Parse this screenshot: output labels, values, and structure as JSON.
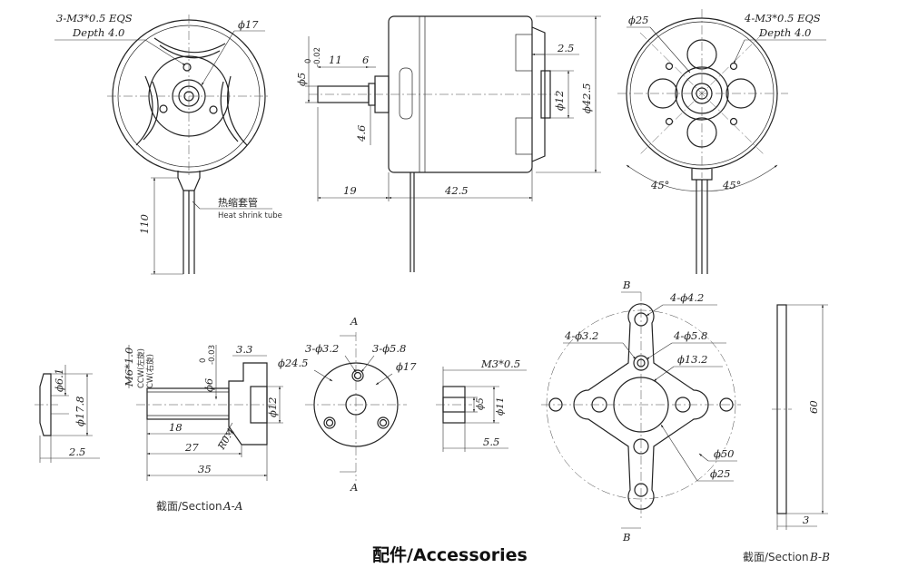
{
  "front": {
    "thread": "3-M3*0.5 EQS",
    "depth": "Depth 4.0",
    "dia17": "ϕ17",
    "lead_len": "110",
    "heat_cn": "热缩套管",
    "heat_en": "Heat shrink tube"
  },
  "side": {
    "shaft_dia": "ϕ5",
    "shaft_tol_top": "0",
    "shaft_tol_bot": "-0.02",
    "d11": "11",
    "d6": "6",
    "d4_6": "4.6",
    "d19": "19",
    "len42_5": "42.5",
    "d2_5": "2.5",
    "dia12": "ϕ12",
    "dia42_5": "ϕ42.5"
  },
  "rear": {
    "dia25": "ϕ25",
    "thread": "4-M3*0.5 EQS",
    "depth": "Depth 4.0",
    "angle_l": "45°",
    "angle_r": "45°"
  },
  "spacer": {
    "dia6_1": "ϕ6.1",
    "dia17_8": "ϕ17.8",
    "thick": "2.5"
  },
  "adapter": {
    "thread": "M6*1.0",
    "ccw": "CCW(左旋)",
    "cw": "CW(右旋)",
    "d3_3": "3.3",
    "dia6": "ϕ6",
    "dia6_top": "0",
    "dia6_bot": "-0.03",
    "dia12": "ϕ12",
    "r0_4": "R0.4",
    "d18": "18",
    "d27": "27",
    "d35": "35",
    "section_label": "截面/Section",
    "section_name": "A-A"
  },
  "prop_plate": {
    "holes_small": "3-ϕ3.2",
    "holes_big": "3-ϕ5.8",
    "dia24_5": "ϕ24.5",
    "dia17": "ϕ17",
    "mark_top": "A",
    "mark_bot": "A"
  },
  "nut": {
    "thread": "M3*0.5",
    "dia5": "ϕ5",
    "dia11": "ϕ11",
    "len": "5.5"
  },
  "cross_mount": {
    "mark_top": "B",
    "mark_bot": "B",
    "holes_4_2": "4-ϕ4.2",
    "holes_3_2": "4-ϕ3.2",
    "holes_5_8": "4-ϕ5.8",
    "dia13_2": "ϕ13.2",
    "dia50": "ϕ50",
    "dia25": "ϕ25"
  },
  "section_b": {
    "height": "60",
    "thick": "3",
    "section_label": "截面/Section",
    "section_name": "B-B"
  },
  "accessories_label": "配件/Accessories"
}
